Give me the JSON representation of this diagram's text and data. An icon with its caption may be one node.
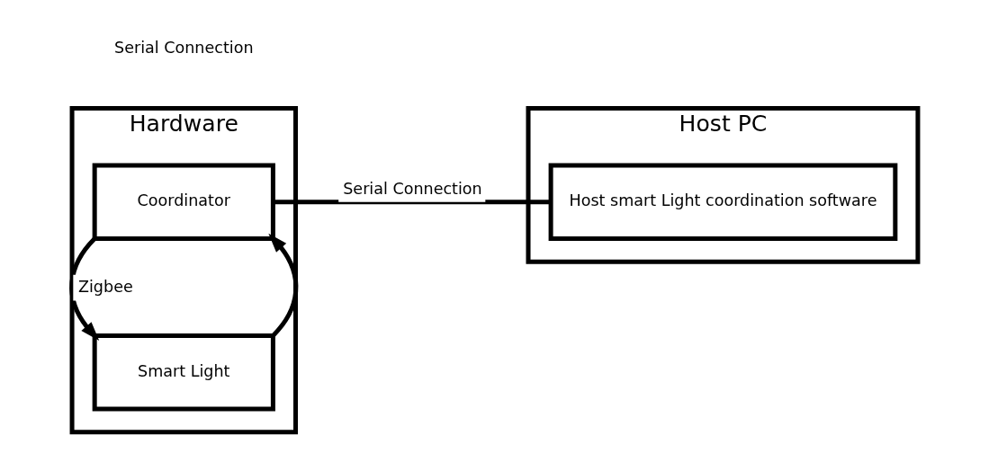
{
  "diagram": {
    "nodes": [
      {
        "text": [
          "Hardware"
        ]
      },
      {
        "text": [
          "Coordinator"
        ],
        "in": 0
      },
      {
        "text": [
          "Smart Light"
        ],
        "in": 0
      },
      {
        "text": [
          "Host PC"
        ]
      },
      {
        "text": [
          "Host smart Light coordination software"
        ],
        "in": 3
      }
    ],
    "edges": [
      {
        "from": 1,
        "to": 4,
        "arrow": "none",
        "label": "Serial Connection"
      },
      {
        "from": 1,
        "to": 2,
        "arrow": "to",
        "label": "Zigbee"
      },
      {
        "from": 2,
        "to": 1,
        "arrow": "to"
      }
    ],
    "labels": [
      "Serial Connection"
    ]
  }
}
